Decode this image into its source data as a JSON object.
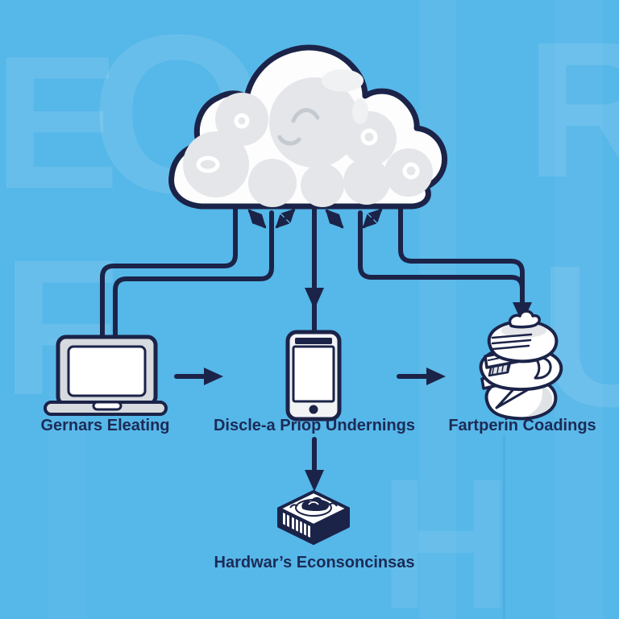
{
  "title": "Cloud computing concept diagram",
  "colors": {
    "background": "#56b7e9",
    "outline_navy": "#1b2348",
    "label_text": "#1c2b56",
    "cloud_fill": "#fdfdfe",
    "cloud_bump_gray": "#e4e6e9",
    "device_gray": "#d7dade",
    "screen_white": "#ffffff"
  },
  "cloud": {
    "name": "cloud"
  },
  "nodes": {
    "laptop": {
      "icon": "laptop-icon",
      "label": "Gernars Eleating"
    },
    "phone": {
      "icon": "smartphone-icon",
      "label": "Discle-a Priop Undernings"
    },
    "stack": {
      "icon": "stacked-disks-icon",
      "label": "Fartperin Coadings"
    },
    "chip": {
      "icon": "hardware-box-icon",
      "label": "Hardwar’s Econsoncinsas"
    }
  },
  "connectors": [
    "cloud-to-laptop-outer",
    "cloud-to-laptop-inner",
    "cloud-to-phone-down-arrow",
    "cloud-to-stack-outer-arrow",
    "cloud-to-stack-inner",
    "phone-to-chip-down-arrow",
    "laptop-to-phone-right-arrow",
    "phone-to-stack-right-arrow",
    "cloud-sync-arrows-left",
    "cloud-sync-arrows-right"
  ],
  "watermark": {
    "letters": [
      "E",
      "O",
      "R",
      "U",
      "F",
      "H"
    ]
  }
}
